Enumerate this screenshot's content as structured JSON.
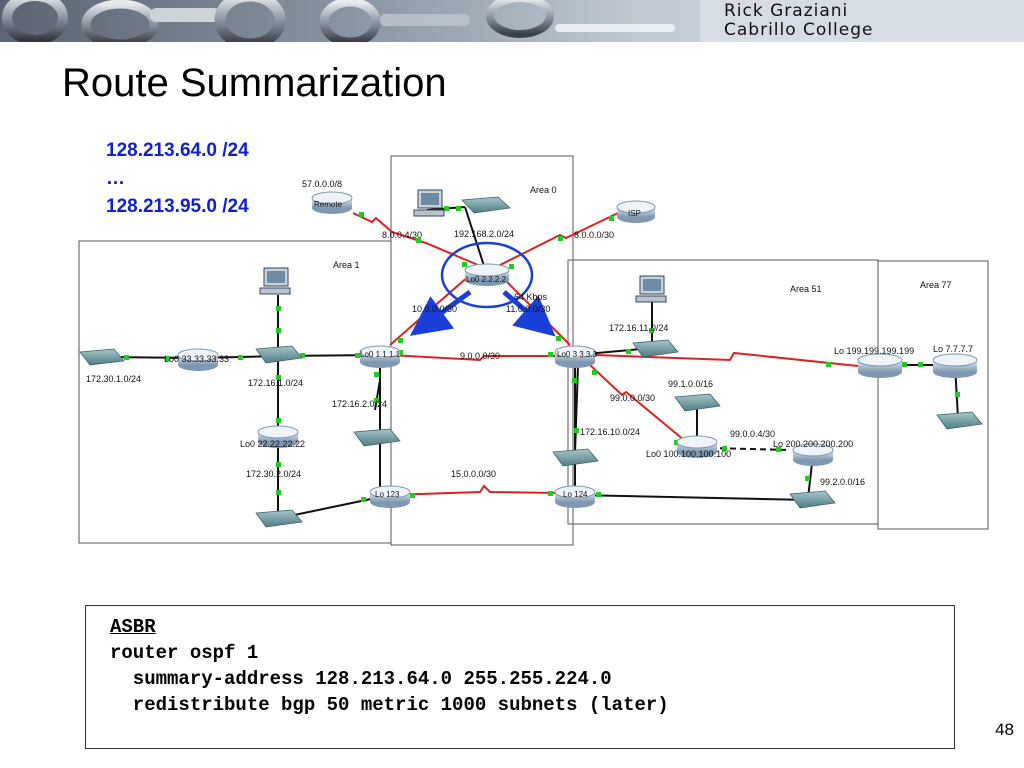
{
  "banner": {
    "author": "Rick Graziani",
    "college": "Cabrillo College"
  },
  "title": "Route Summarization",
  "summary_range": {
    "start": "128.213.64.0 /24",
    "ellipsis": "…",
    "end": "128.213.95.0 /24"
  },
  "areas": {
    "area0": "Area 0",
    "area1": "Area 1",
    "area51": "Area 51",
    "area77": "Area 77"
  },
  "devices": {
    "remote": "Remote",
    "isp": "ISP",
    "r2": "Lo0 2.2.2.2",
    "r1": "Lo0 1.1.1.1",
    "r3": "Lo0 3.3.3.3",
    "r33": "Lo0 33.33.33.33",
    "r22": "Lo0 22.22.22.22",
    "r123": "Lo 123",
    "r124": "Lo 124",
    "r199": "Lo 199.199.199.199",
    "r7": "Lo 7.7.7.7",
    "r100": "Lo0 100.100.100.100",
    "r200": "Lo 200.200.200.200"
  },
  "networks": {
    "n57": "57.0.0.0/8",
    "n8_4": "8.0.0.4/30",
    "n192": "192.168.2.0/24",
    "n8_0": "8.0.0.0/30",
    "n10": "10.0.0.0/30",
    "n64k": "64 Kbps",
    "n11": "11.0.0.0/30",
    "n9": "9.0.0.0/30",
    "n172_30_1": "172.30.1.0/24",
    "n172_16_1": "172.16.1.0/24",
    "n172_16_2": "172.16.2.0/24",
    "n172_30_2": "172.30.2.0/24",
    "n15": "15.0.0.0/30",
    "n172_16_11": "172.16.11.0/24",
    "n99_1": "99.1.0.0/16",
    "n99_0": "99.0.0.0/30",
    "n172_16_10": "172.16.10.0/24",
    "n99_0_4": "99.0.0.4/30",
    "n99_2": "99.2.0.0/16"
  },
  "config": {
    "heading": "ASBR",
    "line1": "router ospf 1",
    "line2": "  summary-address 128.213.64.0 255.255.224.0",
    "line3": "  redistribute bgp 50 metric 1000 subnets (later)"
  },
  "page_number": "48",
  "colors": {
    "accent_blue": "#1020d0",
    "serial_link": "#e02020",
    "port_green": "#22cc22",
    "banner_bg": "#a9b4c0"
  }
}
